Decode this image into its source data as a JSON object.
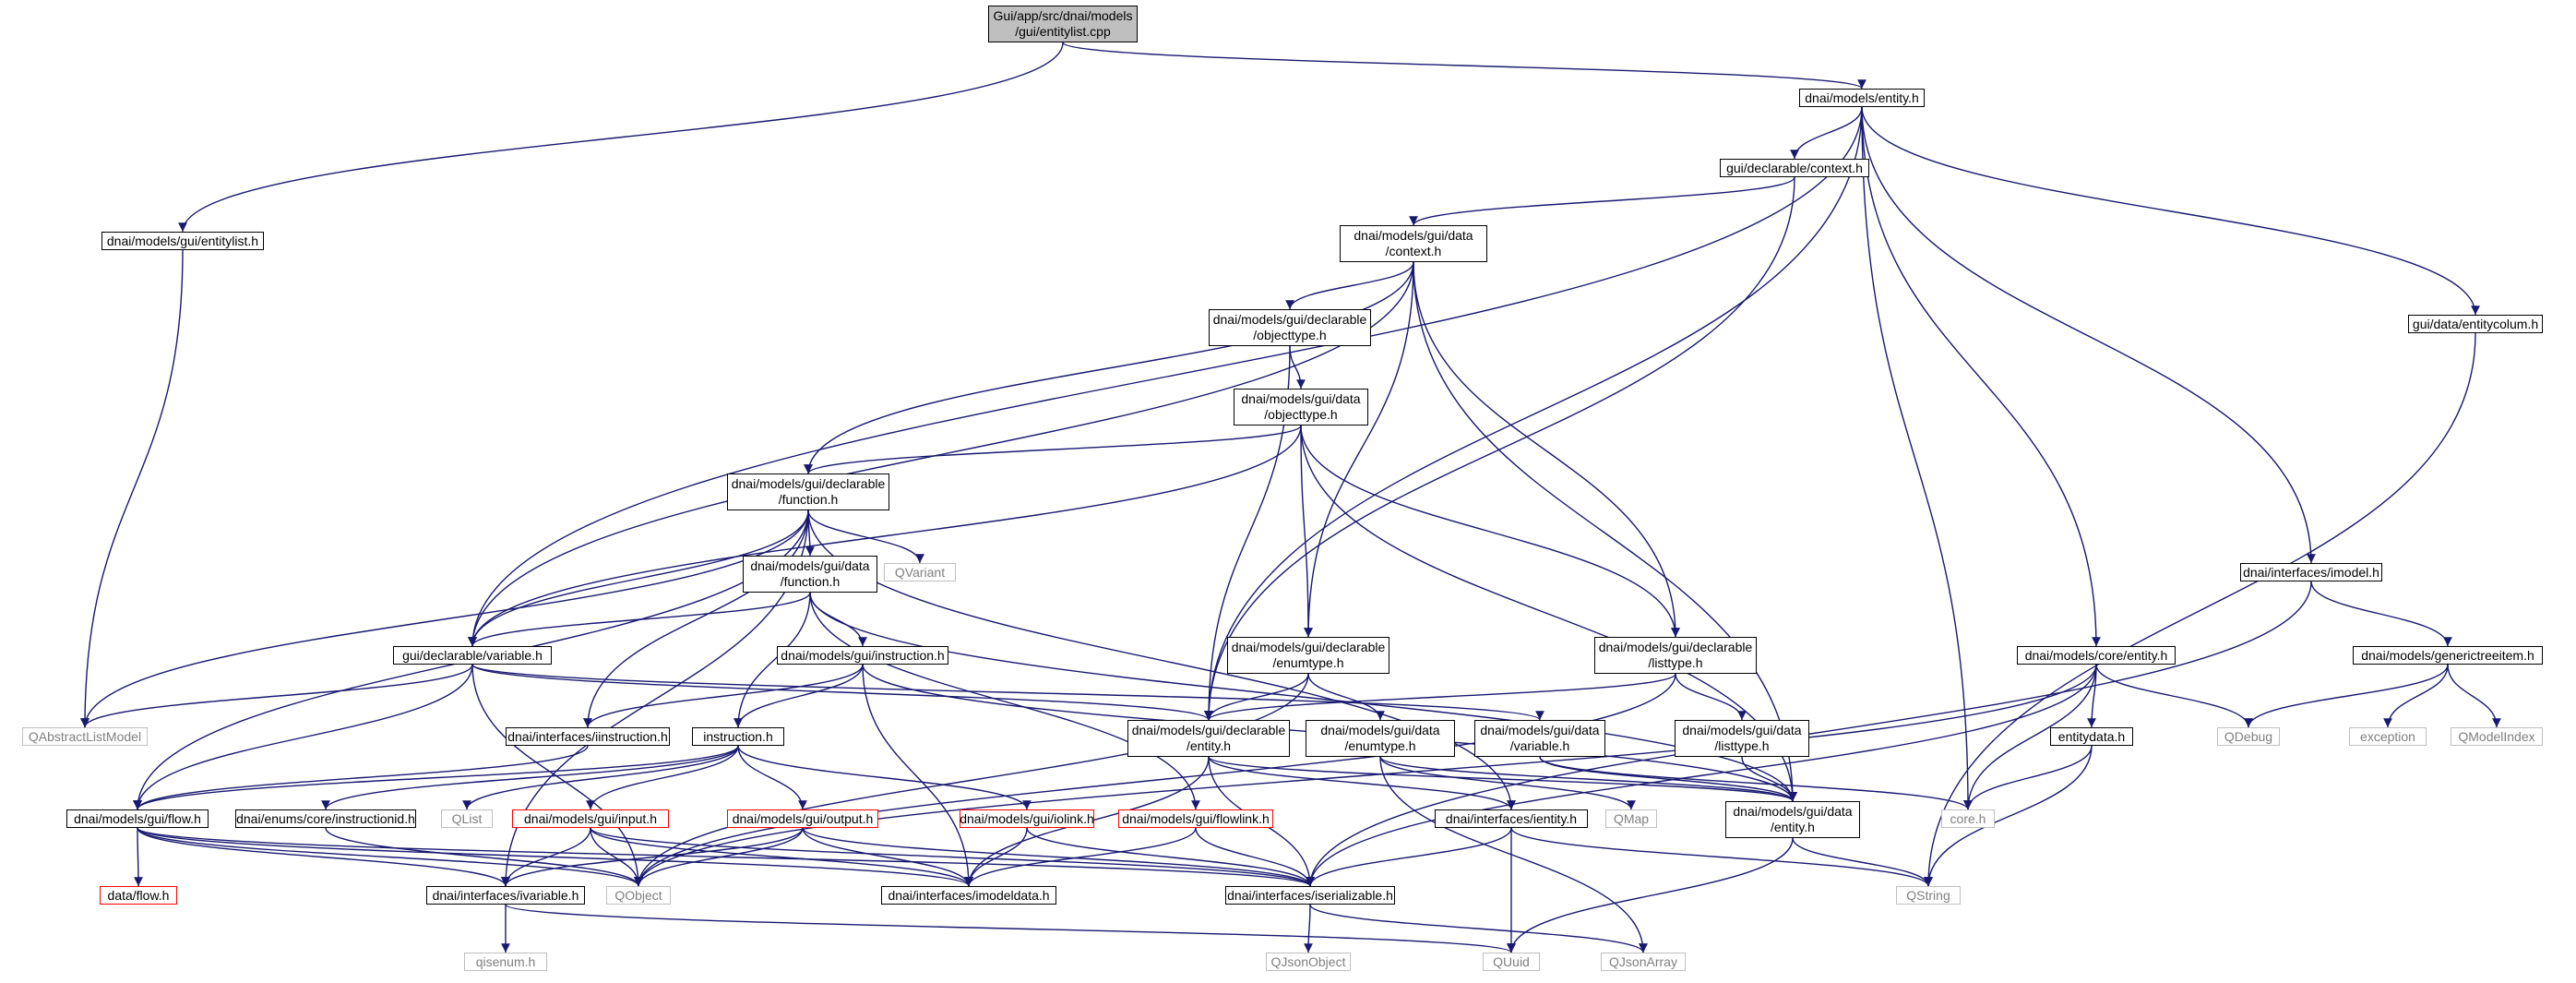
{
  "colors": {
    "edge": "#191970",
    "border": "#000000",
    "missing": "#ff0000",
    "external": "#bfbfbf",
    "root_fill": "#bfbfbf"
  },
  "nodes": [
    {
      "id": "root",
      "label": "Gui/app/src/dnai/models\n/gui/entitylist.cpp",
      "kind": "root"
    },
    {
      "id": "entity",
      "label": "dnai/models/entity.h",
      "kind": "link"
    },
    {
      "id": "entitylist",
      "label": "dnai/models/gui/entitylist.h",
      "kind": "link"
    },
    {
      "id": "context",
      "label": "gui/declarable/context.h",
      "kind": "link"
    },
    {
      "id": "datacontext",
      "label": "dnai/models/gui/data\n/context.h",
      "kind": "link"
    },
    {
      "id": "decl_objecttype",
      "label": "dnai/models/gui/declarable\n/objecttype.h",
      "kind": "link"
    },
    {
      "id": "data_objecttype",
      "label": "dnai/models/gui/data\n/objecttype.h",
      "kind": "link"
    },
    {
      "id": "decl_function",
      "label": "dnai/models/gui/declarable\n/function.h",
      "kind": "link"
    },
    {
      "id": "data_function",
      "label": "dnai/models/gui/data\n/function.h",
      "kind": "link"
    },
    {
      "id": "qvariant",
      "label": "QVariant",
      "kind": "ext"
    },
    {
      "id": "instruction",
      "label": "dnai/models/gui/instruction.h",
      "kind": "link"
    },
    {
      "id": "decl_variable",
      "label": "gui/declarable/variable.h",
      "kind": "link"
    },
    {
      "id": "qabstractlistmodel",
      "label": "QAbstractListModel",
      "kind": "ext"
    },
    {
      "id": "iinstruction",
      "label": "dnai/interfaces/iinstruction.h",
      "kind": "link"
    },
    {
      "id": "instruction_h",
      "label": "instruction.h",
      "kind": "link"
    },
    {
      "id": "flow",
      "label": "dnai/models/gui/flow.h",
      "kind": "link"
    },
    {
      "id": "instructionid",
      "label": "dnai/enums/core/instructionid.h",
      "kind": "link"
    },
    {
      "id": "qlist",
      "label": "QList",
      "kind": "ext"
    },
    {
      "id": "input",
      "label": "dnai/models/gui/input.h",
      "kind": "red"
    },
    {
      "id": "output",
      "label": "dnai/models/gui/output.h",
      "kind": "red"
    },
    {
      "id": "iolink",
      "label": "dnai/models/gui/iolink.h",
      "kind": "red"
    },
    {
      "id": "flowlink",
      "label": "dnai/models/gui/flowlink.h",
      "kind": "red"
    },
    {
      "id": "dataflow",
      "label": "data/flow.h",
      "kind": "red"
    },
    {
      "id": "ivariable",
      "label": "dnai/interfaces/ivariable.h",
      "kind": "link"
    },
    {
      "id": "qobject",
      "label": "QObject",
      "kind": "ext"
    },
    {
      "id": "imodeldata",
      "label": "dnai/interfaces/imodeldata.h",
      "kind": "link"
    },
    {
      "id": "iserializable",
      "label": "dnai/interfaces/iserializable.h",
      "kind": "link"
    },
    {
      "id": "qjsonobject",
      "label": "QJsonObject",
      "kind": "ext"
    },
    {
      "id": "qisenum",
      "label": "qisenum.h",
      "kind": "ext"
    },
    {
      "id": "quuid",
      "label": "QUuid",
      "kind": "ext"
    },
    {
      "id": "qjsonarray",
      "label": "QJsonArray",
      "kind": "ext"
    },
    {
      "id": "decl_enumtype",
      "label": "dnai/models/gui/declarable\n/enumtype.h",
      "kind": "link"
    },
    {
      "id": "decl_entity",
      "label": "dnai/models/gui/declarable\n/entity.h",
      "kind": "link"
    },
    {
      "id": "data_enumtype",
      "label": "dnai/models/gui/data\n/enumtype.h",
      "kind": "link"
    },
    {
      "id": "data_variable",
      "label": "dnai/models/gui/data\n/variable.h",
      "kind": "link"
    },
    {
      "id": "ientity",
      "label": "dnai/interfaces/ientity.h",
      "kind": "link"
    },
    {
      "id": "qmap",
      "label": "QMap",
      "kind": "ext"
    },
    {
      "id": "decl_listtype",
      "label": "dnai/models/gui/declarable\n/listtype.h",
      "kind": "link"
    },
    {
      "id": "data_listtype",
      "label": "dnai/models/gui/data\n/listtype.h",
      "kind": "link"
    },
    {
      "id": "data_entity",
      "label": "dnai/models/gui/data\n/entity.h",
      "kind": "link"
    },
    {
      "id": "qstring",
      "label": "QString",
      "kind": "ext"
    },
    {
      "id": "core_h",
      "label": "core.h",
      "kind": "ext"
    },
    {
      "id": "core_entity",
      "label": "dnai/models/core/entity.h",
      "kind": "link"
    },
    {
      "id": "entitydata",
      "label": "entitydata.h",
      "kind": "link"
    },
    {
      "id": "qdebug",
      "label": "QDebug",
      "kind": "ext"
    },
    {
      "id": "imodel",
      "label": "dnai/interfaces/imodel.h",
      "kind": "link"
    },
    {
      "id": "generictreeitem",
      "label": "dnai/models/generictreeitem.h",
      "kind": "link"
    },
    {
      "id": "exception",
      "label": "exception",
      "kind": "ext"
    },
    {
      "id": "qmodelindex",
      "label": "QModelIndex",
      "kind": "ext"
    },
    {
      "id": "entitycolum",
      "label": "gui/data/entitycolum.h",
      "kind": "link"
    }
  ],
  "edges": [
    [
      "root",
      "entity"
    ],
    [
      "root",
      "entitylist"
    ],
    [
      "entity",
      "context"
    ],
    [
      "entity",
      "decl_variable"
    ],
    [
      "entity",
      "decl_entity"
    ],
    [
      "entity",
      "core_h"
    ],
    [
      "entity",
      "core_entity"
    ],
    [
      "entity",
      "imodel"
    ],
    [
      "entity",
      "entitycolum"
    ],
    [
      "entitylist",
      "qabstractlistmodel"
    ],
    [
      "context",
      "datacontext"
    ],
    [
      "context",
      "decl_entity"
    ],
    [
      "datacontext",
      "decl_objecttype"
    ],
    [
      "datacontext",
      "decl_function"
    ],
    [
      "datacontext",
      "decl_variable"
    ],
    [
      "datacontext",
      "decl_enumtype"
    ],
    [
      "datacontext",
      "decl_listtype"
    ],
    [
      "datacontext",
      "data_entity"
    ],
    [
      "decl_objecttype",
      "data_objecttype"
    ],
    [
      "decl_objecttype",
      "decl_entity"
    ],
    [
      "data_objecttype",
      "decl_function"
    ],
    [
      "data_objecttype",
      "decl_variable"
    ],
    [
      "data_objecttype",
      "decl_enumtype"
    ],
    [
      "data_objecttype",
      "decl_listtype"
    ],
    [
      "data_objecttype",
      "data_entity"
    ],
    [
      "decl_function",
      "data_function"
    ],
    [
      "decl_function",
      "qvariant"
    ],
    [
      "decl_function",
      "decl_variable"
    ],
    [
      "decl_function",
      "qabstractlistmodel"
    ],
    [
      "decl_function",
      "iinstruction"
    ],
    [
      "decl_function",
      "flow"
    ],
    [
      "decl_function",
      "ivariable"
    ],
    [
      "decl_function",
      "ientity"
    ],
    [
      "data_function",
      "decl_variable"
    ],
    [
      "data_function",
      "instruction"
    ],
    [
      "data_function",
      "instruction_h"
    ],
    [
      "data_function",
      "flowlink"
    ],
    [
      "data_function",
      "data_entity"
    ],
    [
      "instruction",
      "iinstruction"
    ],
    [
      "instruction",
      "instruction_h"
    ],
    [
      "instruction",
      "imodeldata"
    ],
    [
      "instruction",
      "data_entity"
    ],
    [
      "decl_variable",
      "qabstractlistmodel"
    ],
    [
      "decl_variable",
      "decl_entity"
    ],
    [
      "decl_variable",
      "data_variable"
    ],
    [
      "decl_variable",
      "qobject"
    ],
    [
      "decl_variable",
      "flow"
    ],
    [
      "iinstruction",
      "flow"
    ],
    [
      "instruction_h",
      "flow"
    ],
    [
      "instruction_h",
      "instructionid"
    ],
    [
      "instruction_h",
      "qlist"
    ],
    [
      "instruction_h",
      "input"
    ],
    [
      "instruction_h",
      "output"
    ],
    [
      "instruction_h",
      "iolink"
    ],
    [
      "flow",
      "dataflow"
    ],
    [
      "flow",
      "ivariable"
    ],
    [
      "flow",
      "qobject"
    ],
    [
      "flow",
      "imodeldata"
    ],
    [
      "flow",
      "iserializable"
    ],
    [
      "instructionid",
      "qobject"
    ],
    [
      "input",
      "ivariable"
    ],
    [
      "input",
      "qobject"
    ],
    [
      "input",
      "imodeldata"
    ],
    [
      "input",
      "iserializable"
    ],
    [
      "output",
      "ivariable"
    ],
    [
      "output",
      "qobject"
    ],
    [
      "output",
      "imodeldata"
    ],
    [
      "output",
      "iserializable"
    ],
    [
      "iolink",
      "imodeldata"
    ],
    [
      "iolink",
      "iserializable"
    ],
    [
      "flowlink",
      "imodeldata"
    ],
    [
      "flowlink",
      "iserializable"
    ],
    [
      "ivariable",
      "qisenum"
    ],
    [
      "ivariable",
      "quuid"
    ],
    [
      "iserializable",
      "qjsonobject"
    ],
    [
      "iserializable",
      "qjsonarray"
    ],
    [
      "decl_enumtype",
      "data_enumtype"
    ],
    [
      "decl_enumtype",
      "decl_entity"
    ],
    [
      "decl_enumtype",
      "qobject"
    ],
    [
      "decl_entity",
      "ientity"
    ],
    [
      "decl_entity",
      "data_entity"
    ],
    [
      "decl_entity",
      "imodeldata"
    ],
    [
      "decl_entity",
      "iserializable"
    ],
    [
      "data_enumtype",
      "data_entity"
    ],
    [
      "data_enumtype",
      "qmap"
    ],
    [
      "data_enumtype",
      "qjsonarray"
    ],
    [
      "data_variable",
      "data_entity"
    ],
    [
      "data_variable",
      "core_h"
    ],
    [
      "ientity",
      "quuid"
    ],
    [
      "ientity",
      "iserializable"
    ],
    [
      "ientity",
      "qstring"
    ],
    [
      "decl_listtype",
      "decl_entity"
    ],
    [
      "decl_listtype",
      "data_listtype"
    ],
    [
      "decl_listtype",
      "qobject"
    ],
    [
      "data_listtype",
      "data_entity"
    ],
    [
      "data_entity",
      "qstring"
    ],
    [
      "data_entity",
      "quuid"
    ],
    [
      "core_entity",
      "entitydata"
    ],
    [
      "core_entity",
      "core_h"
    ],
    [
      "core_entity",
      "qdebug"
    ],
    [
      "core_entity",
      "qobject"
    ],
    [
      "core_entity",
      "iserializable"
    ],
    [
      "entitydata",
      "core_h"
    ],
    [
      "entitydata",
      "qstring"
    ],
    [
      "imodel",
      "generictreeitem"
    ],
    [
      "imodel",
      "iserializable"
    ],
    [
      "generictreeitem",
      "qdebug"
    ],
    [
      "generictreeitem",
      "exception"
    ],
    [
      "generictreeitem",
      "qmodelindex"
    ],
    [
      "entitycolum",
      "qstring"
    ]
  ]
}
